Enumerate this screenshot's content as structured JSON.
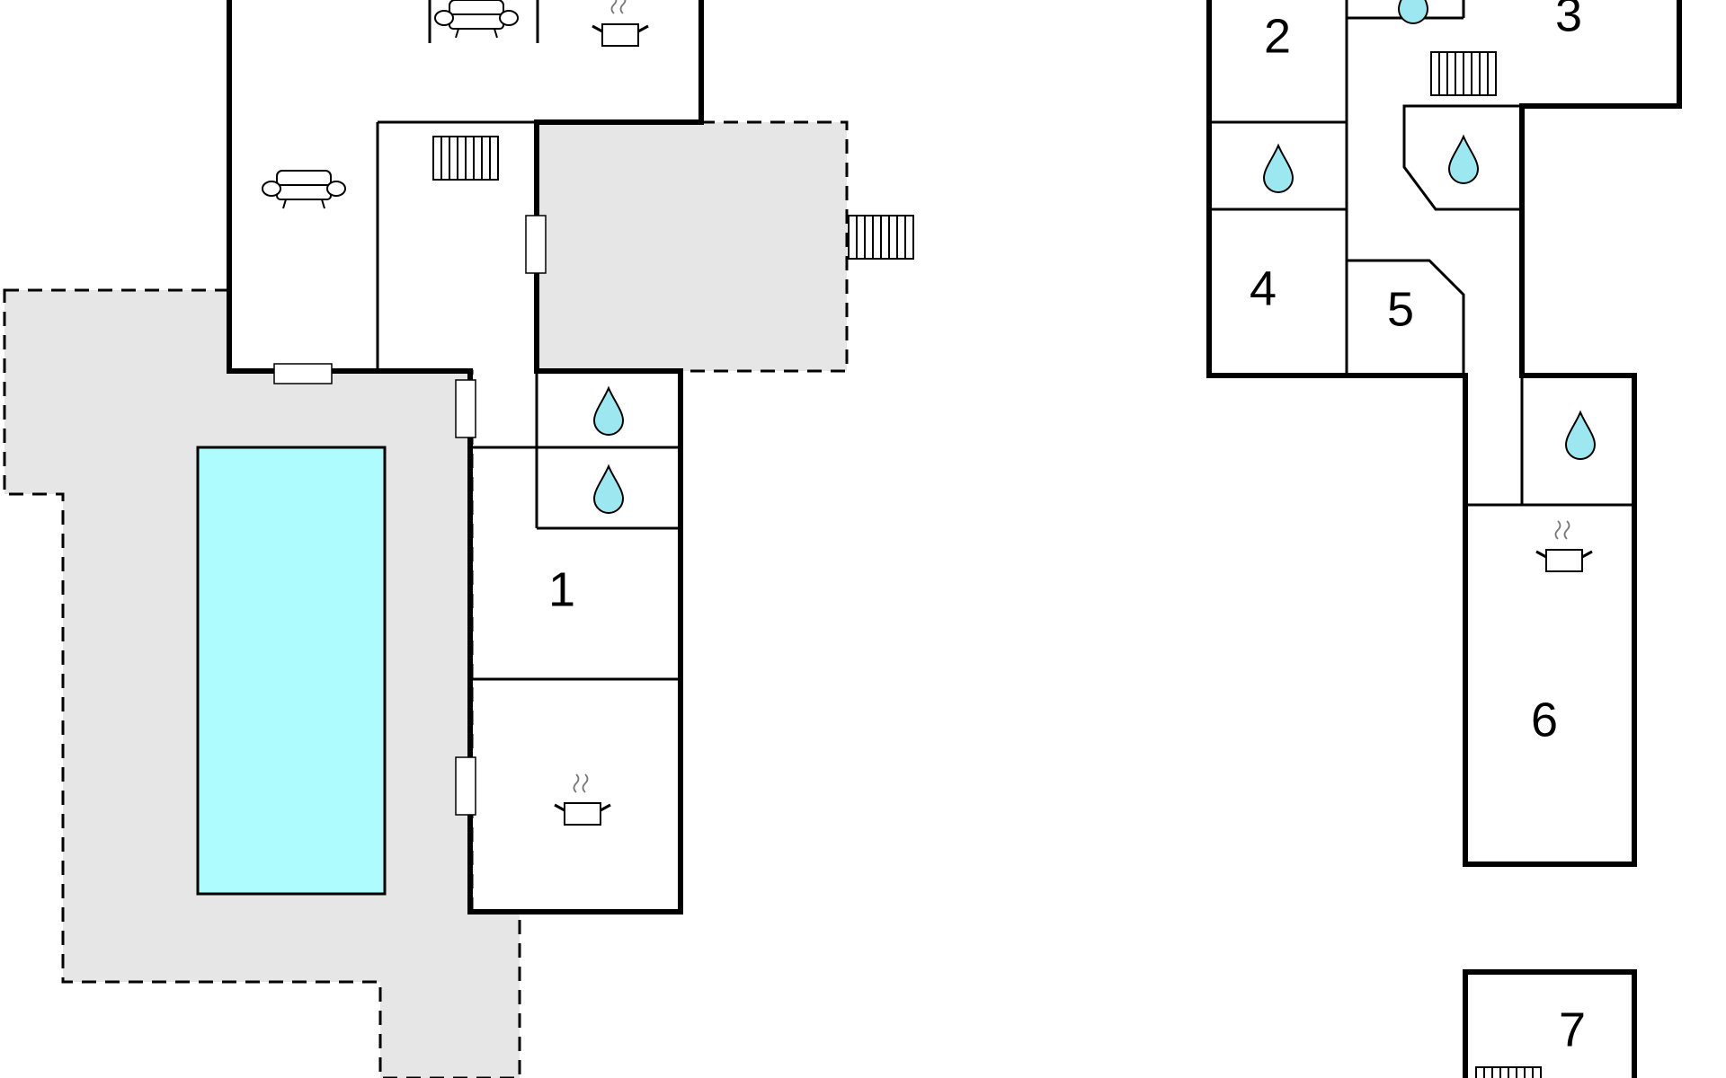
{
  "colors": {
    "terrace": "#e6e6e6",
    "pool": "#aefcfd",
    "water": "#9de7f0",
    "wall": "#000000"
  },
  "rooms": [
    {
      "num": "1"
    },
    {
      "num": "2"
    },
    {
      "num": "3"
    },
    {
      "num": "4"
    },
    {
      "num": "5"
    },
    {
      "num": "6"
    },
    {
      "num": "7"
    }
  ],
  "icons": [
    "sofa-icon",
    "kitchen-pot-icon",
    "bathroom-drop-icon",
    "stairs-icon"
  ]
}
